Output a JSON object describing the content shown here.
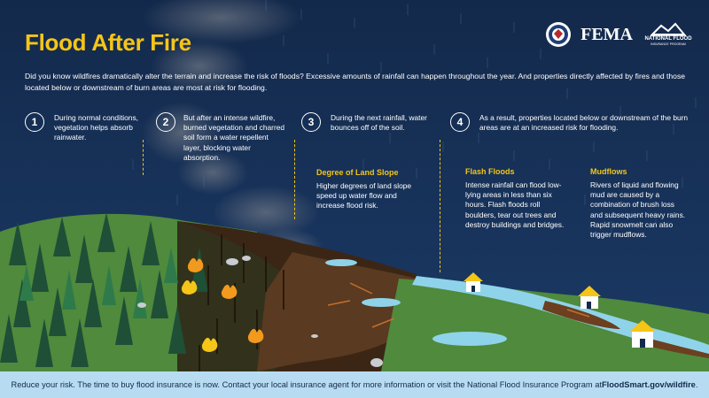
{
  "title": "Flood After Fire",
  "logos": {
    "fema": "FEMA",
    "nfip_line1": "NATIONAL FLOOD",
    "nfip_line2": "INSURANCE PROGRAM"
  },
  "intro": "Did you know wildfires dramatically alter the terrain and increase the risk of floods? Excessive amounts of rainfall can happen throughout the year. And properties directly affected by fires and those located below or downstream of burn areas are most at risk for flooding.",
  "steps": [
    {
      "number": "1",
      "text": "During normal conditions, vegetation helps absorb rainwater."
    },
    {
      "number": "2",
      "text": "But after an intense wildfire, burned vegetation and charred soil form a water repellent layer, blocking water absorption."
    },
    {
      "number": "3",
      "text": "During the next rainfall, water bounces off of the soil."
    },
    {
      "number": "4",
      "text": "As a result, properties located below or downstream of the burn areas are at an increased risk for flooding."
    }
  ],
  "callouts": {
    "slope": {
      "title": "Degree of Land Slope",
      "text": "Higher degrees of land slope speed up water flow and increase flood risk."
    },
    "flash": {
      "title": "Flash Floods",
      "text": "Intense rainfall can flood low-lying areas in less than six hours. Flash floods roll boulders, tear out trees and destroy buildings and bridges."
    },
    "mud": {
      "title": "Mudflows",
      "text": "Rivers of liquid and flowing mud are caused by a combination of brush loss and subsequent heavy rains. Rapid snowmelt can also trigger mudflows."
    }
  },
  "footer": {
    "text": "Reduce your risk. The time to buy flood insurance is now. Contact your local insurance agent for more information or visit the National Flood Insurance Program at ",
    "link": "FloodSmart.gov/wildfire",
    "end": "."
  },
  "colors": {
    "background": "#13294b",
    "accent": "#f5c518",
    "footer_bg": "#b7dcf2",
    "grass": "#4f8a3d",
    "burned_soil": "#3b2616",
    "water": "#8fd3ea"
  }
}
